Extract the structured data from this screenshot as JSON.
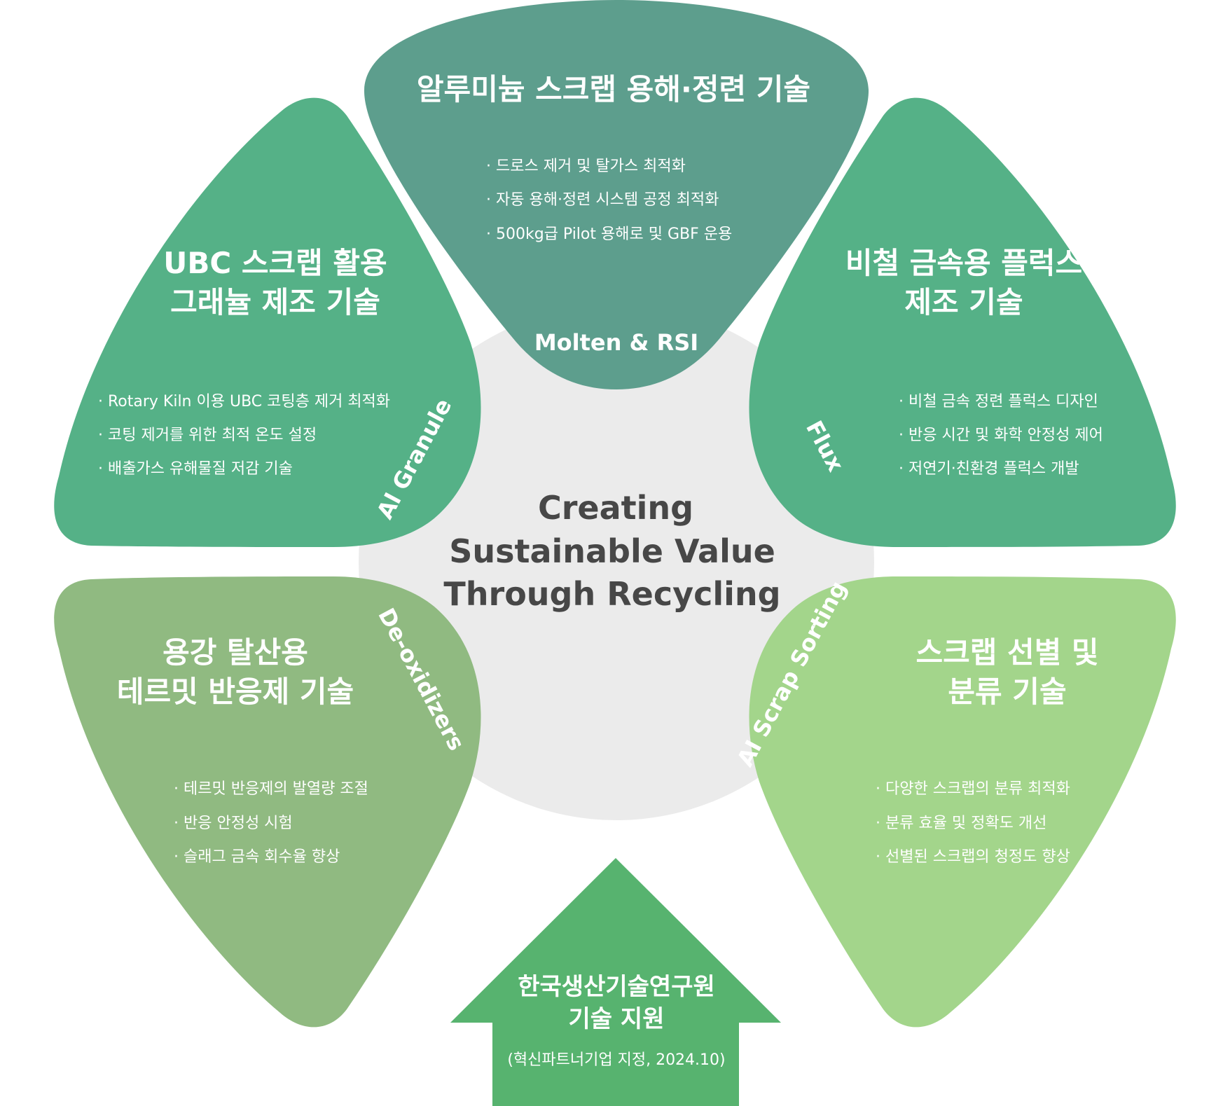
{
  "colors": {
    "center": "#ebebeb",
    "top": "#569a88",
    "upper": "#4eae82",
    "lower_left": "#8bb77c",
    "lower_right": "#9fd386",
    "arrow": "#57b36f",
    "center_text": "#474747"
  },
  "center_text": [
    "Creating",
    "Sustainable Value",
    "Through Recycling"
  ],
  "petals": {
    "top": {
      "title": [
        "알루미늄 스크랩 용해·정련 기술"
      ],
      "items": [
        "· 드로스 제거 및 탈가스 최적화",
        "· 자동 용해·정련 시스템 공정 최적화",
        "· 500kg급 Pilot 용해로 및 GBF 운용"
      ],
      "label": "Molten & RSI"
    },
    "upper_left": {
      "title": [
        "UBC 스크랩 활용",
        "그래뉼 제조 기술"
      ],
      "items": [
        "· Rotary Kiln 이용 UBC 코팅층 제거 최적화",
        "· 코팅 제거를 위한 최적 온도 설정",
        "· 배출가스 유해물질 저감 기술"
      ],
      "label": "Al Granule"
    },
    "upper_right": {
      "title": [
        "비철 금속용 플럭스",
        "제조 기술"
      ],
      "items": [
        "· 비철 금속 정련 플럭스 디자인",
        "· 반응 시간 및 화학 안정성 제어",
        "· 저연기·친환경 플럭스 개발"
      ],
      "label": "Flux"
    },
    "lower_left": {
      "title": [
        "용강 탈산용",
        "테르밋 반응제 기술"
      ],
      "items": [
        "· 테르밋 반응제의 발열량 조절",
        "· 반응 안정성 시험",
        "· 슬래그 금속 회수율 향상"
      ],
      "label": "De-oxidizers"
    },
    "lower_right": {
      "title": [
        "스크랩 선별 및",
        "분류 기술"
      ],
      "items": [
        "· 다양한 스크랩의 분류 최적화",
        "· 분류 효율 및 정확도 개선",
        "· 선별된 스크랩의 청정도 향상"
      ],
      "label": "AI Scrap Sorting"
    }
  },
  "arrow": {
    "title": [
      "한국생산기술연구원",
      "기술 지원"
    ],
    "subtitle": "(혁신파트너기업 지정, 2024.10)"
  }
}
